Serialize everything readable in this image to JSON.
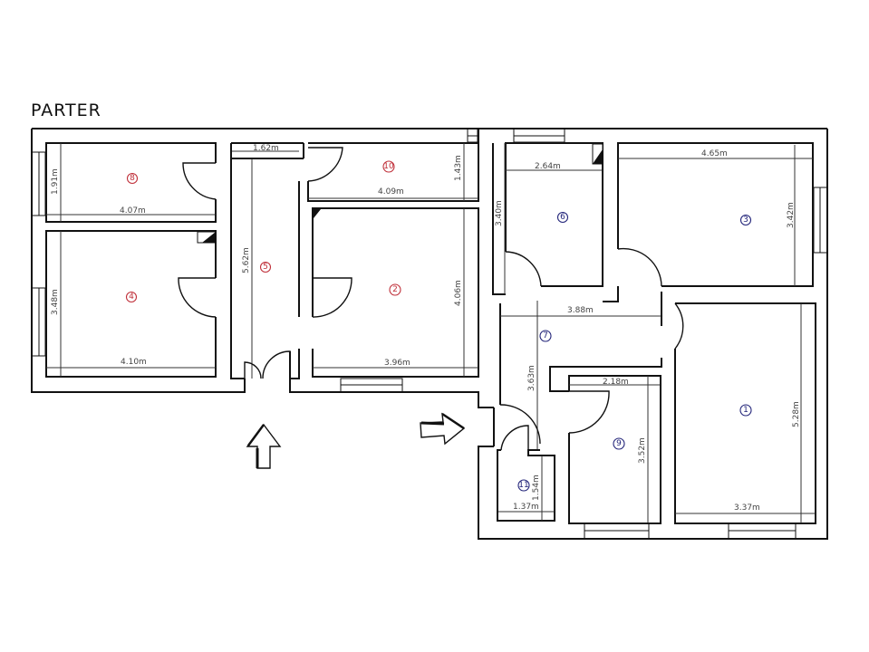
{
  "plan": {
    "title": "PARTER",
    "colors": {
      "wall": "#111111",
      "left_room_labels": "#c0303a",
      "right_room_labels": "#23257a"
    },
    "rooms": [
      {
        "id": "1",
        "width_label": "3.37m",
        "height_label": "5.28m",
        "label_color": "blue"
      },
      {
        "id": "2",
        "width_label": "3.96m",
        "height_label": "4.06m",
        "label_color": "red"
      },
      {
        "id": "3",
        "width_label": "4.65m",
        "height_label": "3.42m",
        "label_color": "blue"
      },
      {
        "id": "4",
        "width_label": "4.10m",
        "height_label": "3.48m",
        "label_color": "red"
      },
      {
        "id": "5",
        "width_label": "1.62m",
        "height_label": "5.62m",
        "label_color": "red"
      },
      {
        "id": "6",
        "width_label": "2.64m",
        "height_label": "3.40m",
        "label_color": "blue"
      },
      {
        "id": "7",
        "width_label": "3.88m",
        "height_label": "3.63m",
        "label_color": "blue"
      },
      {
        "id": "8",
        "width_label": "4.07m",
        "height_label": "1.91m",
        "label_color": "red"
      },
      {
        "id": "9",
        "width_label": "2.18m",
        "height_label": "3.52m",
        "label_color": "blue"
      },
      {
        "id": "10",
        "width_label": "4.09m",
        "height_label": "1.43m",
        "label_color": "red"
      },
      {
        "id": "11",
        "width_label": "1.37m",
        "height_label": "1.54m",
        "label_color": "blue"
      }
    ],
    "entrances": [
      {
        "name": "main-entrance",
        "direction": "up"
      },
      {
        "name": "side-entrance",
        "direction": "right"
      }
    ]
  }
}
